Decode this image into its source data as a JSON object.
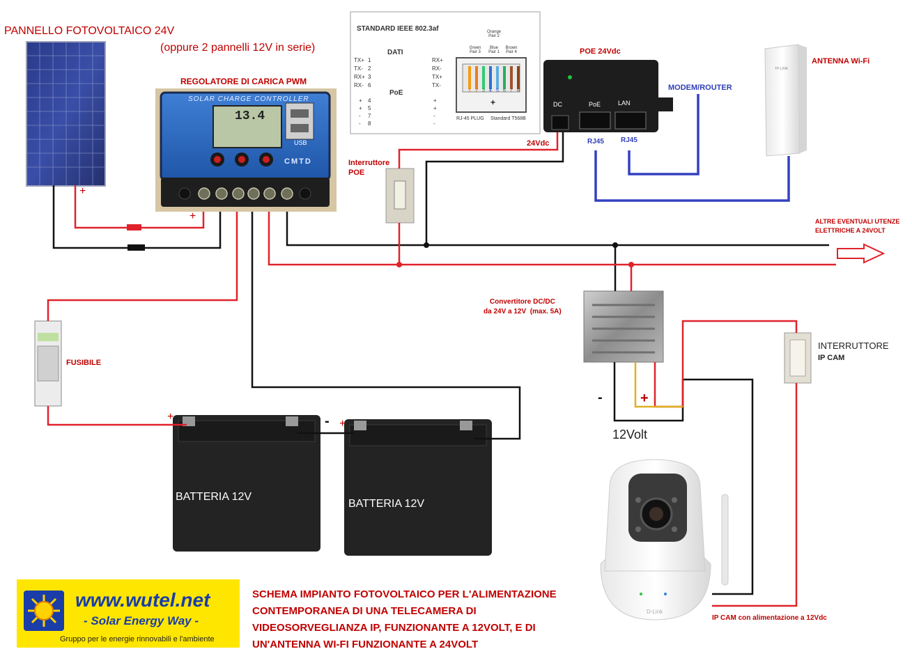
{
  "labels": {
    "panel_title": "PANNELLO FOTOVOLTAICO 24V",
    "panel_note": "(oppure 2 pannelli 12V in serie)",
    "regulator": "REGOLATORE DI CARICA PWM",
    "regulator_face": "SOLAR CHARGE CONTROLLER",
    "regulator_display": "13.4",
    "regulator_brand": "CMTD",
    "regulator_usb": "USB",
    "ieee_title": "STANDARD IEEE 802.3af",
    "ieee_dati": "DATI",
    "ieee_poe": "PoE",
    "ieee_left_pins": [
      "TX+",
      "TX-",
      "RX+",
      "RX-"
    ],
    "ieee_right_pins": [
      "RX+",
      "RX-",
      "TX+",
      "TX-"
    ],
    "ieee_poe_left": [
      "+",
      "+",
      "-",
      "-"
    ],
    "ieee_poe_right": [
      "+",
      "+",
      "-",
      "-"
    ],
    "ieee_numbers": [
      "1",
      "2",
      "3",
      "6",
      "4",
      "5",
      "7",
      "8"
    ],
    "rj45_plug": "RJ-45 PLUG",
    "rj45_std": "Standard T568B",
    "pair_orange": "Orange Pair 2",
    "pair_green": "Green Pair 3",
    "pair_blue": "Blue Pair 1",
    "pair_brown": "Brown Pair 4",
    "rj45_pins": [
      "1",
      "2",
      "3",
      "4",
      "5",
      "6",
      "7",
      "8"
    ],
    "poe_title": "POE 24Vdc",
    "poe_dc": "DC",
    "poe_poe": "PoE",
    "poe_lan": "LAN",
    "poe_24vdc": "24Vdc",
    "rj45_a": "RJ45",
    "rj45_b": "RJ45",
    "modem": "MODEM/ROUTER",
    "antenna": "ANTENNA Wi-Fi",
    "antenna_brand": "TP-LINK",
    "interruttore_poe": "Interruttore\nPOE",
    "altre_utenze": "ALTRE EVENTUALI UTENZE\nELETTRICHE A 24VOLT",
    "converter": "Convertitore DC/DC\nda 24V a 12V  (max. 5A)",
    "interruttore_cam_1": "INTERRUTTORE",
    "interruttore_cam_2": "IP CAM",
    "fusibile": "FUSIBILE",
    "battery1": "BATTERIA 12V",
    "battery2": "BATTERIA 12V",
    "volt12": "12Volt",
    "minus": "-",
    "plus": "+",
    "ipcam": "IP CAM con alimentazione a 12Vdc",
    "ipcam_brand": "D-Link",
    "logo_url": "www.wutel.net",
    "logo_slogan": "- Solar Energy Way -",
    "logo_sub": "Gruppo per le energie rinnovabili e l'ambiente",
    "caption": "SCHEMA IMPIANTO FOTOVOLTAICO PER L'ALIMENTAZIONE\nCONTEMPORANEA DI UNA TELECAMERA DI\nVIDEOSORVEGLIANZA IP, FUNZIONANTE A 12VOLT, E DI\nUN'ANTENNA WI-FI FUNZIONANTE A 24VOLT"
  },
  "colors": {
    "positive_wire": "#e0222a",
    "negative_wire": "#111111",
    "network_wire": "#3341c0",
    "output_wire": "#e0b020",
    "label_red": "#c00000",
    "label_blue": "#2f3fb8",
    "logo_yellow": "#ffe600",
    "logo_blue": "#1a3da8"
  }
}
